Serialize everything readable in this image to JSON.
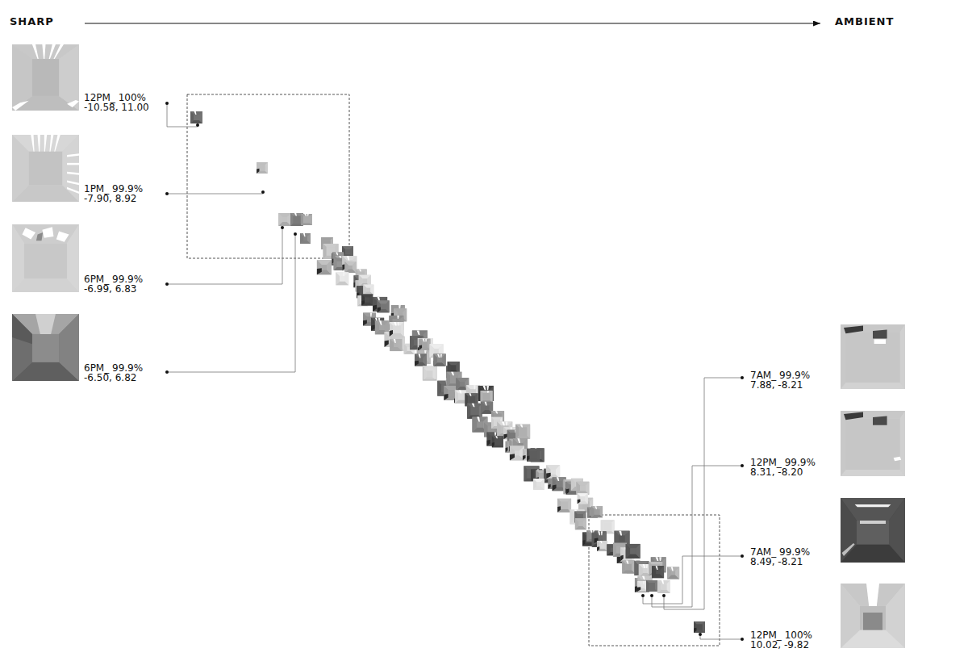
{
  "diagram": {
    "labels": [
      "SHARP",
      "AMBIENT",
      "12PM_ 100%",
      "-10.58, 11.00",
      "1PM_ 99.9%",
      "-7.90, 8.92",
      "6PM_ 99.9%",
      "-6.99, 6.83",
      "6PM_ 99.9%",
      "-6.50, 6.82",
      "7AM_ 99.9%",
      "7.88, -8.21",
      "12PM_ 99.9%",
      "8.31, -8.20",
      "7AM_ 99.9%",
      "8.49, -8.21",
      "12PM_ 100%",
      "10.02, -9.82"
    ]
  }
}
